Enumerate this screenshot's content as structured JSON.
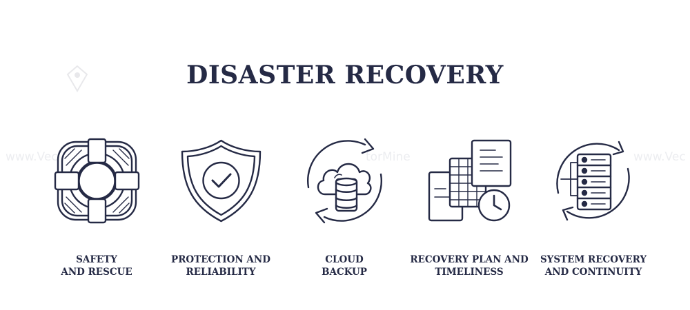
{
  "title": "DISASTER RECOVERY",
  "watermark": {
    "left": "www.Vec",
    "center": "torMine",
    "right": "www.Vec"
  },
  "colors": {
    "ink": "#252a45",
    "background": "#ffffff"
  },
  "items": [
    {
      "icon": "lifebuoy-icon",
      "line1": "SAFETY",
      "line2": "AND RESCUE"
    },
    {
      "icon": "shield-check-icon",
      "line1": "PROTECTION AND",
      "line2": "RELIABILITY"
    },
    {
      "icon": "cloud-backup-icon",
      "line1": "CLOUD",
      "line2": "BACKUP"
    },
    {
      "icon": "plan-clock-icon",
      "line1": "RECOVERY PLAN AND",
      "line2": "TIMELINESS"
    },
    {
      "icon": "server-sync-icon",
      "line1": "SYSTEM RECOVERY",
      "line2": "AND CONTINUITY"
    }
  ]
}
